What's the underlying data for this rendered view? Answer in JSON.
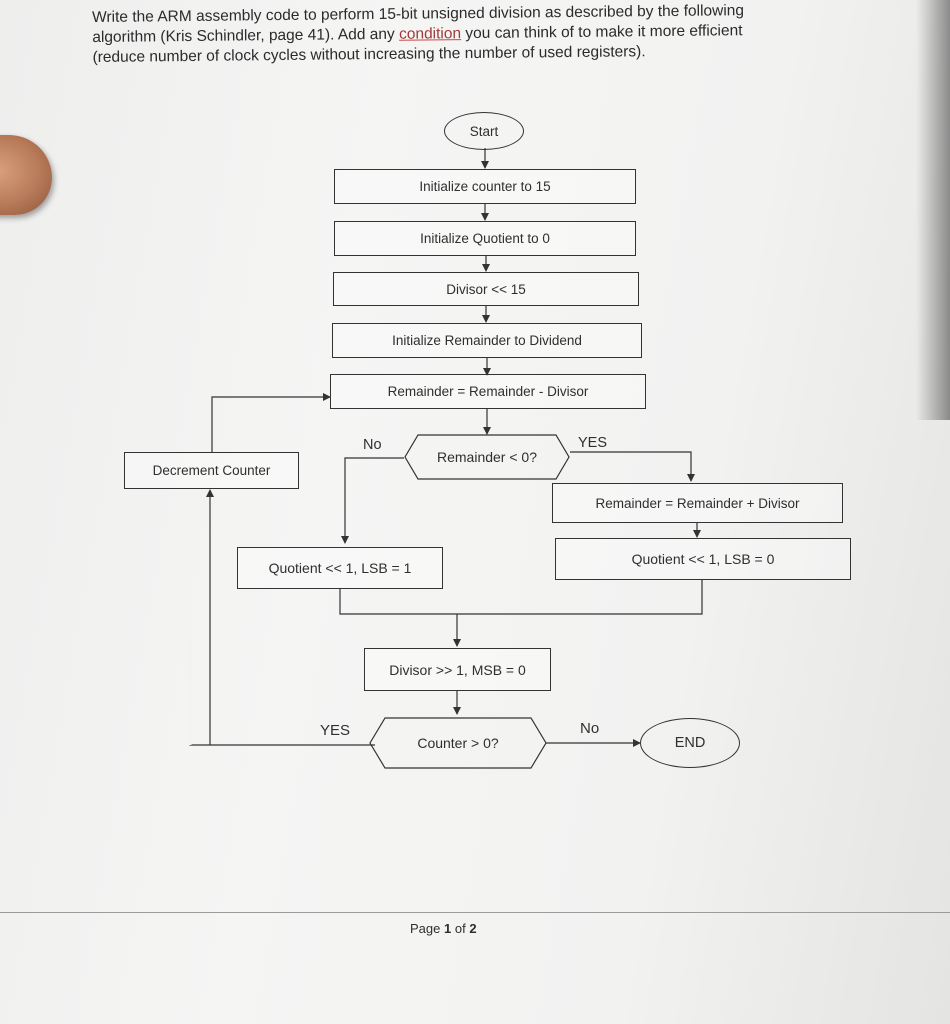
{
  "question": {
    "line1": "Write the ARM assembly code to perform 15-bit unsigned division as described by the following",
    "line2_a": "algorithm (Kris Schindler, page 41). Add any",
    "line2_link": "condition",
    "line2_b": "you can think of to make it more efficient",
    "line3": "(reduce number of clock cycles without increasing the number of used registers)."
  },
  "flowchart": {
    "start": "Start",
    "init_counter": "Initialize counter to 15",
    "init_quotient": "Initialize Quotient to 0",
    "divisor_shift_left": "Divisor << 15",
    "init_remainder": "Initialize Remainder to Dividend",
    "rem_minus_div": "Remainder = Remainder - Divisor",
    "decision_remainder": "Remainder < 0?",
    "no_label_1": "No",
    "yes_label_1": "YES",
    "decrement_counter": "Decrement Counter",
    "rem_plus_div": "Remainder = Remainder + Divisor",
    "quotient_lsb1": "Quotient << 1, LSB = 1",
    "quotient_lsb0": "Quotient << 1, LSB = 0",
    "divisor_shift_right": "Divisor >> 1, MSB = 0",
    "decision_counter": "Counter > 0?",
    "yes_label_2": "YES",
    "no_label_2": "No",
    "end": "END"
  },
  "footer": {
    "page_prefix": "Page",
    "page_current": "1",
    "page_of": "of",
    "page_total": "2"
  },
  "colors": {
    "ink": "#2f2f2f",
    "link": "#a23a3a",
    "paper": "#f2f2f1"
  }
}
